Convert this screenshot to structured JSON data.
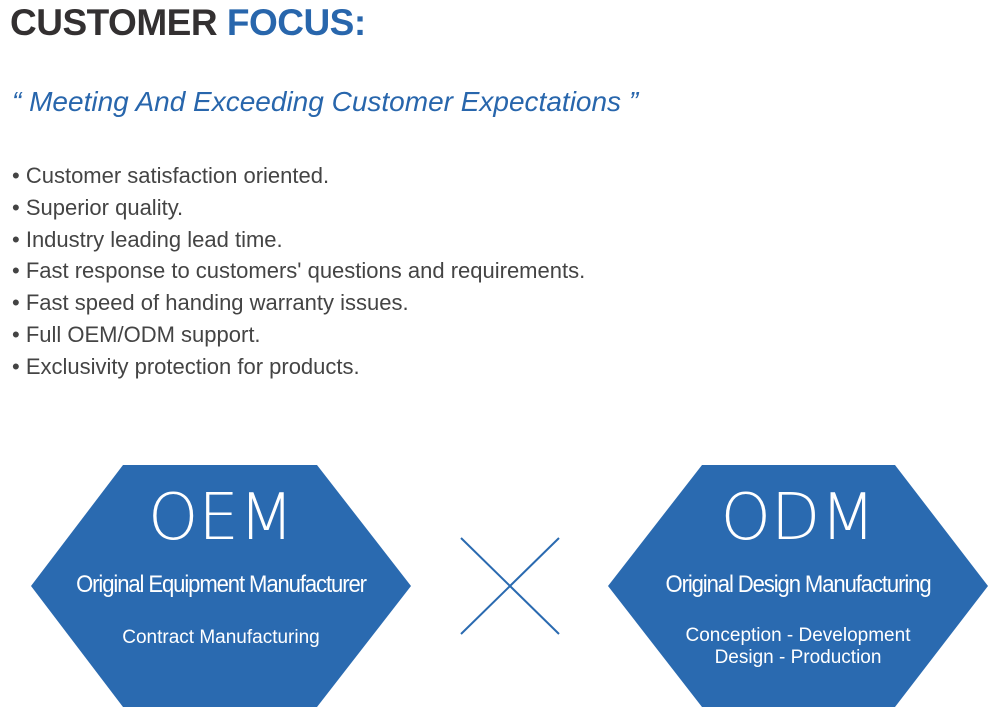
{
  "title": {
    "part1": "CUSTOMER",
    "part2": "FOCUS:"
  },
  "quote": "“ Meeting And Exceeding Customer Expectations ”",
  "bullets": [
    "Customer satisfaction oriented.",
    "Superior quality.",
    "Industry leading lead time.",
    "Fast response to customers' questions and requirements.",
    "Fast speed of handing warranty issues.",
    "Full OEM/ODM support.",
    "Exclusivity protection for products."
  ],
  "oem": {
    "acronym": "OEM",
    "name": "Original Equipment Manufacturer",
    "desc": "Contract Manufacturing"
  },
  "odm": {
    "acronym": "ODM",
    "name": "Original Design Manufacturing",
    "desc1": "Conception - Development",
    "desc2": "Design - Production"
  },
  "colors": {
    "accent": "#2866ac",
    "dark": "#333031"
  }
}
